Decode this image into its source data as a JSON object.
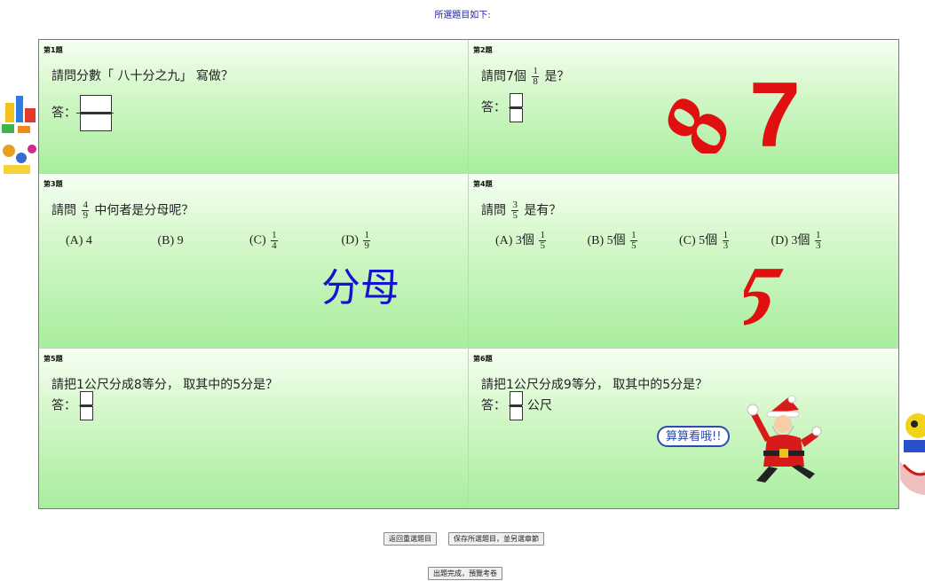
{
  "header": {
    "title": "所選題目如下:"
  },
  "questions": [
    {
      "num": "第1題",
      "text": "請問分數「 八十分之九」 寫做？",
      "answer_label": "答："
    },
    {
      "num": "第2題",
      "text_before": "請問7個",
      "frac_num": "1",
      "frac_den": "8",
      "text_after": " 是？",
      "answer_label": "答：",
      "deco_glyphs": [
        "8",
        "7"
      ]
    },
    {
      "num": "第3題",
      "text_before": "請問",
      "frac_num": "4",
      "frac_den": "9",
      "text_after": "中何者是分母呢？",
      "choices": [
        {
          "label": "(A) 4"
        },
        {
          "label": "(B) 9"
        },
        {
          "label": "(C)",
          "frac_num": "1",
          "frac_den": "4"
        },
        {
          "label": "(D)",
          "frac_num": "1",
          "frac_den": "9"
        }
      ],
      "deco_text": "分母"
    },
    {
      "num": "第4題",
      "text_before": "請問",
      "frac_num": "3",
      "frac_den": "5",
      "text_after": "是有？",
      "choices": [
        {
          "label": "(A) 3個",
          "frac_num": "1",
          "frac_den": "5"
        },
        {
          "label": "(B) 5個",
          "frac_num": "1",
          "frac_den": "5"
        },
        {
          "label": "(C) 5個",
          "frac_num": "1",
          "frac_den": "3"
        },
        {
          "label": "(D) 3個",
          "frac_num": "1",
          "frac_den": "3"
        }
      ],
      "deco_glyph": "5"
    },
    {
      "num": "第5題",
      "text": "請把1公尺分成8等分， 取其中的5分是？",
      "answer_label": "答："
    },
    {
      "num": "第6題",
      "text": "請把1公尺分成9等分， 取其中的5分是？",
      "answer_label": "答：",
      "answer_unit": "公尺"
    }
  ],
  "mascot_bubble": "算算看哦!!",
  "buttons": {
    "back": "返回重選題目",
    "save": "保存所選題目，並另選章節",
    "finish": "出題完成，預覽考卷"
  },
  "colors": {
    "cell_top": "#f6fff3",
    "cell_bottom": "#a8ee9e",
    "red": "#e01010",
    "blue": "#1414d0"
  }
}
